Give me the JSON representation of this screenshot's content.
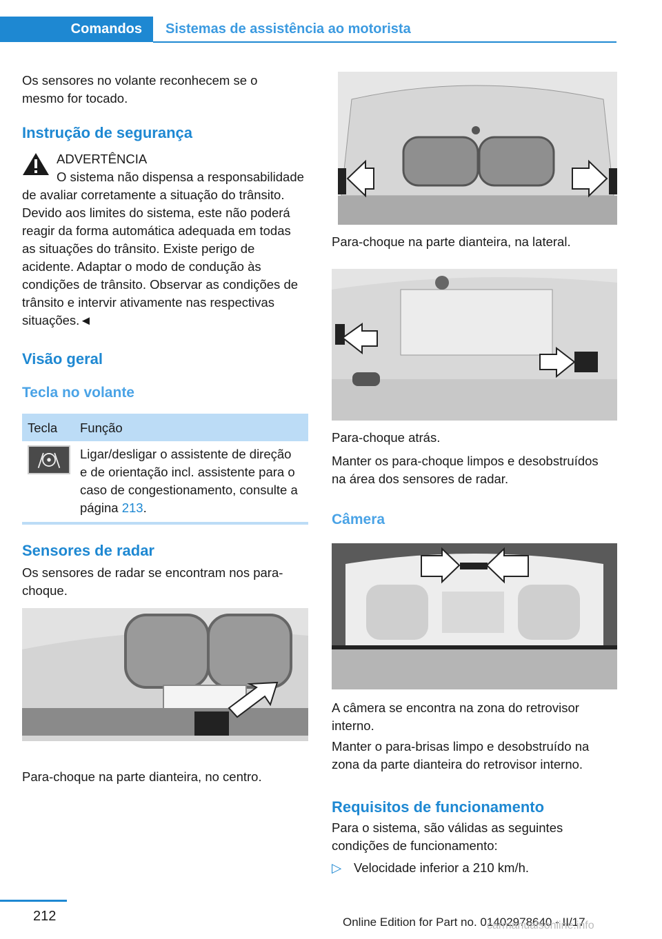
{
  "header": {
    "tab_active": "Comandos",
    "tab_section": "Sistemas de assistência ao motorista"
  },
  "left": {
    "intro": "Os sensores no volante reconhecem se o mesmo for tocado.",
    "safety_heading": "Instrução de segurança",
    "warning_title": "ADVERTÊNCIA",
    "warning_body": "O sistema não dispensa a responsabilidade de avaliar corretamente a situação do trânsito. Devido aos limites do sistema, este não poderá reagir da forma automática adequada em todas as situações do trânsito. Existe perigo de acidente. Adaptar o modo de condução às condições de trânsito. Observar as condições de trânsito e intervir ativamente nas respectivas situações.◄",
    "overview_heading": "Visão geral",
    "key_heading": "Tecla no volante",
    "table": {
      "col_key": "Tecla",
      "col_function": "Função",
      "row_text": "Ligar/desligar o assistente de direção e de orientação incl. assistente para o caso de congestionamento, consulte a página ",
      "row_page": "213",
      "row_end": "."
    },
    "radar_heading": "Sensores de radar",
    "radar_text": "Os sensores de radar se encontram nos para-choque.",
    "fig1_caption": "Para-choque na parte dianteira, no centro."
  },
  "right": {
    "fig2_caption": "Para-choque na parte dianteira, na lateral.",
    "fig3_caption": "Para-choque atrás.",
    "keep_clean": "Manter os para-choque limpos e desobstruídos na área dos sensores de radar.",
    "camera_heading": "Câmera",
    "camera_text1": "A câmera se encontra na zona do retrovisor interno.",
    "camera_text2": "Manter o para-brisas limpo e desobstruído na zona da parte dianteira do retrovisor interno.",
    "req_heading": "Requisitos de funcionamento",
    "req_text": "Para o sistema, são válidas as seguintes condições de funcionamento:",
    "bullet_marker": "▷",
    "bullet_1": "Velocidade inferior a 210 km/h."
  },
  "footer": {
    "page_number": "212",
    "edition": "Online Edition for Part no. 01402978640 - II/17",
    "watermark": "carmanualsonline.info"
  }
}
